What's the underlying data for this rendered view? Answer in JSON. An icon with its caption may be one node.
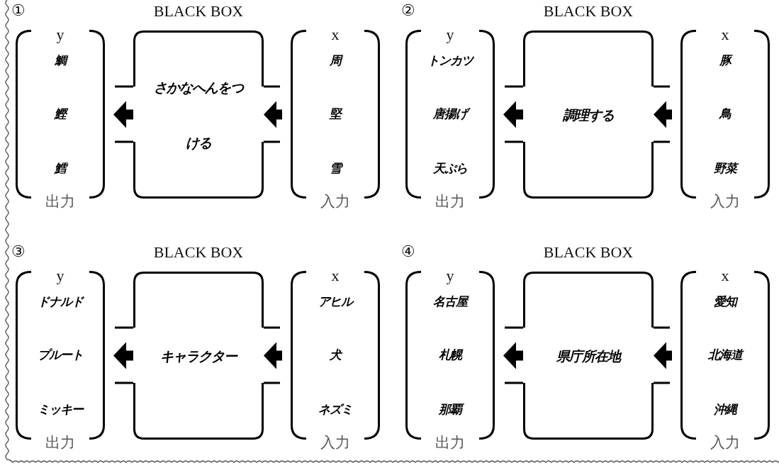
{
  "diagram": {
    "nodes": [
      {
        "text": [
          "y",
          "鯛",
          "鰹",
          "鱈",
          "出力"
        ]
      },
      {
        "text": [
          "BLACK BOX",
          "さかなへんをつける"
        ]
      },
      {
        "text": [
          "x",
          "周",
          "堅",
          "雪",
          "入力"
        ]
      },
      {
        "text": [
          "y",
          "トンカツ",
          "唐揚げ",
          "天ぷら",
          "出力"
        ]
      },
      {
        "text": [
          "BLACK BOX",
          "調理する"
        ]
      },
      {
        "text": [
          "x",
          "豚",
          "鳥",
          "野菜",
          "入力"
        ]
      },
      {
        "text": [
          "y",
          "ドナルド",
          "プルート",
          "ミッキー",
          "出力"
        ]
      },
      {
        "text": [
          "BLACK BOX",
          "キャラクター"
        ]
      },
      {
        "text": [
          "x",
          "アヒル",
          "犬",
          "ネズミ",
          "入力"
        ]
      },
      {
        "text": [
          "y",
          "名古屋",
          "札幌",
          "那覇",
          "出力"
        ]
      },
      {
        "text": [
          "BLACK BOX",
          "県庁所在地"
        ]
      },
      {
        "text": [
          "x",
          "愛知",
          "北海道",
          "沖縄",
          "入力"
        ]
      }
    ],
    "edges": [
      {
        "from": 2,
        "to": 1,
        "arrow": "to"
      },
      {
        "from": 1,
        "to": 0,
        "arrow": "to"
      },
      {
        "from": 5,
        "to": 4,
        "arrow": "to"
      },
      {
        "from": 4,
        "to": 3,
        "arrow": "to"
      },
      {
        "from": 8,
        "to": 7,
        "arrow": "to"
      },
      {
        "from": 7,
        "to": 6,
        "arrow": "to"
      },
      {
        "from": 11,
        "to": 10,
        "arrow": "to"
      },
      {
        "from": 10,
        "to": 9,
        "arrow": "to"
      }
    ],
    "labels": [
      "①",
      "②",
      "③",
      "④"
    ]
  }
}
